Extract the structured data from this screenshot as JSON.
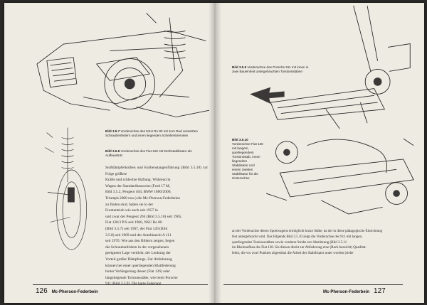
{
  "left_page": {
    "number": "126",
    "running_title": "Mc-Pherson-Federbein",
    "captions": [
      {
        "label": "Bild 3.5.7",
        "text": "Vorderachse des NSU Ro 80 mit zum Rad versetzten Schraubenfedern und innen liegenden Scheibenbremsen"
      },
      {
        "label": "Bild 3.5.8",
        "text": "Vorderachse des Fiat 126 mit Drehstabilisator als Aufbaustütz"
      }
    ],
    "body_lines": [
      "Stoßdämpferkolben und Kolbenstangenführung (Bild 3.5.10) zur Folge größere",
      "Kräfte und schlechte Haftung. Während in",
      "Wagen der Standardbauweise (Ford 17 M,",
      "Bild 3.5.2, Peugeot 404, BMW 1800/2000,",
      "Triumph 2000 usw.) die Mc-Pherson-Federbeine",
      "zu finden sind, haben sie in der",
      "Frontantrieb wie auch seit 1957 in",
      "und zwar der Peugeot 204 (Bild 3.5.10) seit 1965,",
      "Fiat 128/3 P/S seit 1966, NSU Ro 80",
      "(Bild 3.5.7) seit 1967, der Fiat 126 (Bild",
      "3.5.8) seit 1969 und der Autobianchi A 111",
      "seit 1970. Wie aus den Bildern zeigen, liegen",
      "die Schraubenfedern in der vorgesehenen",
      "geeigneter Lage verdickt, der Lenkung der",
      "Vorteil großer Dämpfungs. Zur Abfederung",
      "können bei einer querliegenden Blattfederung",
      "hinter Verlängerung dieser (Fiat 126) oder",
      "längsliegende Torsionsstäbe, wie beim Porsche",
      "911 (Bild 3.5.9). Die harte Federung"
    ]
  },
  "right_page": {
    "number": "127",
    "running_title": "Mc-Pherson-Federbein",
    "captions": [
      {
        "label": "Bild 3.5.9",
        "text": "Vorderachse des Porsche 911 mit innen in zwei Baueinheit untergebrachten Torsionsstäben"
      },
      {
        "label": "Bild 3.5.10",
        "text": "Vorderachse Fiat 128 mit langem, querliegendem Torsionsstab, innen liegendem Stabilisator und einem zweiten Stabilisator für die Hinterachse"
      }
    ],
    "body_lines": [
      "an der Vorderachse dieses Sportwagens ermöglicht kurze Stäbe, da der in diese pädagogische Einrichtung",
      "fest untergebracht wird. Das folgende Bild 3.5.10 zeigt die Vorderachse des 911 mit langen,",
      "querliegenden Torsionsstäben sowie vorderer Strebe zur Abstützung (Bild 3.5.11",
      "im Rheinaufbau des Fiat 128. Sie dienen direkt zur Abfederung eine (Rach bezeicht) Quadlatt-",
      "feder, die vor zwei Punkten abgestützt die Arbeit des Stabilisator unter worden (siehe"
    ]
  }
}
